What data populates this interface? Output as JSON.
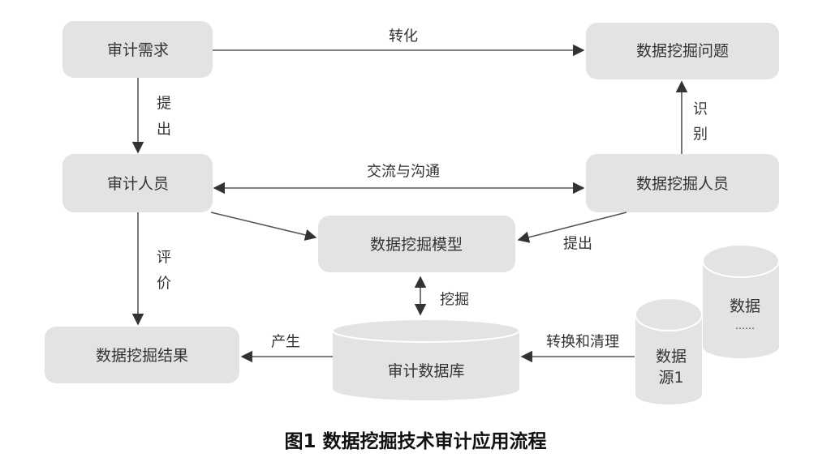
{
  "nodes": {
    "audit_demand": "审计需求",
    "mining_problem": "数据挖掘问题",
    "auditor": "审计人员",
    "miner": "数据挖掘人员",
    "mining_model": "数据挖掘模型",
    "mining_result": "数据挖掘结果",
    "audit_db": "审计数据库",
    "source1_line1": "数据",
    "source1_line2": "源1",
    "source_n_line1": "数据",
    "source_n_line2": "……"
  },
  "edges": {
    "transform": "转化",
    "propose_1": "提",
    "propose_2": "出",
    "communicate": "交流与沟通",
    "identify_1": "识",
    "identify_2": "别",
    "propose_model": "提出",
    "evaluate_1": "评",
    "evaluate_2": "价",
    "mine": "挖掘",
    "produce": "产生",
    "convert_clean": "转换和清理"
  },
  "caption": "图1 数据挖掘技术审计应用流程",
  "colors": {
    "node_fill": "#e3e3e3",
    "line": "#555555"
  }
}
